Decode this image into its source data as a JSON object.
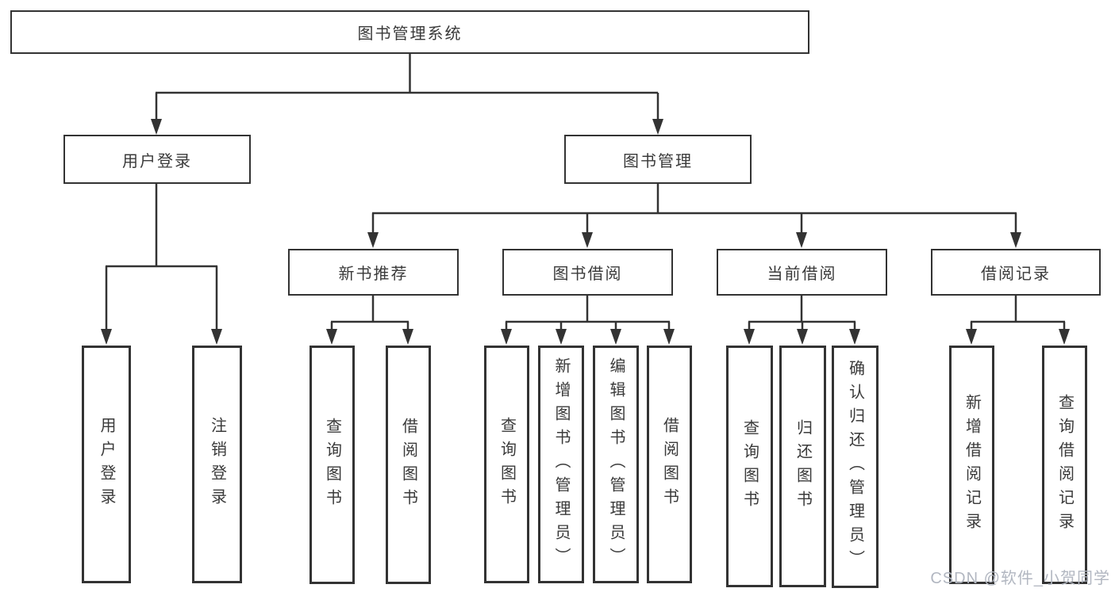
{
  "tree": {
    "root": {
      "label": "图书管理系统"
    },
    "branches": [
      {
        "label": "用户登录",
        "children": [
          {
            "label": "用户登录"
          },
          {
            "label": "注销登录"
          }
        ]
      },
      {
        "label": "图书管理",
        "children": [
          {
            "label": "新书推荐",
            "children": [
              {
                "label": "查询图书"
              },
              {
                "label": "借阅图书"
              }
            ]
          },
          {
            "label": "图书借阅",
            "children": [
              {
                "label": "查询图书"
              },
              {
                "label": "新增图书（管理员）"
              },
              {
                "label": "编辑图书（管理员）"
              },
              {
                "label": "借阅图书"
              }
            ]
          },
          {
            "label": "当前借阅",
            "children": [
              {
                "label": "查询图书"
              },
              {
                "label": "归还图书"
              },
              {
                "label": "确认归还（管理员）"
              }
            ]
          },
          {
            "label": "借阅记录",
            "children": [
              {
                "label": "新增借阅记录"
              },
              {
                "label": "查询借阅记录"
              }
            ]
          }
        ]
      }
    ]
  },
  "watermark": {
    "text": "CSDN @软件_小贺同学"
  },
  "colors": {
    "line": "#333333",
    "box_border": "#333333",
    "text": "#3a3a3a",
    "watermark": "#b2b7c1",
    "background": "#ffffff"
  }
}
